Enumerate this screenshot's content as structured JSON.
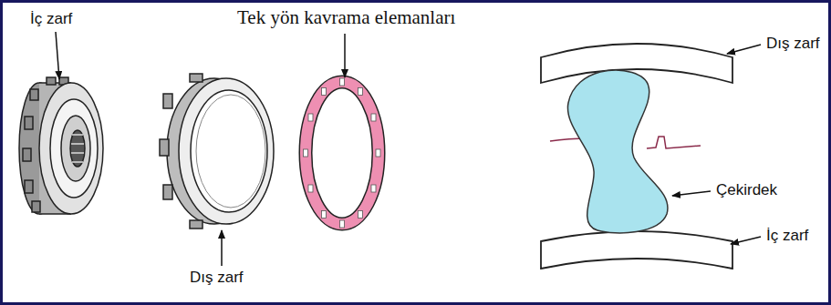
{
  "diagram": {
    "labels": [
      "İç zarf",
      "Tek yön kavrama elemanları",
      "Dış zarf",
      "Çekirdek",
      "İç zarf",
      "Dış zarf"
    ]
  }
}
